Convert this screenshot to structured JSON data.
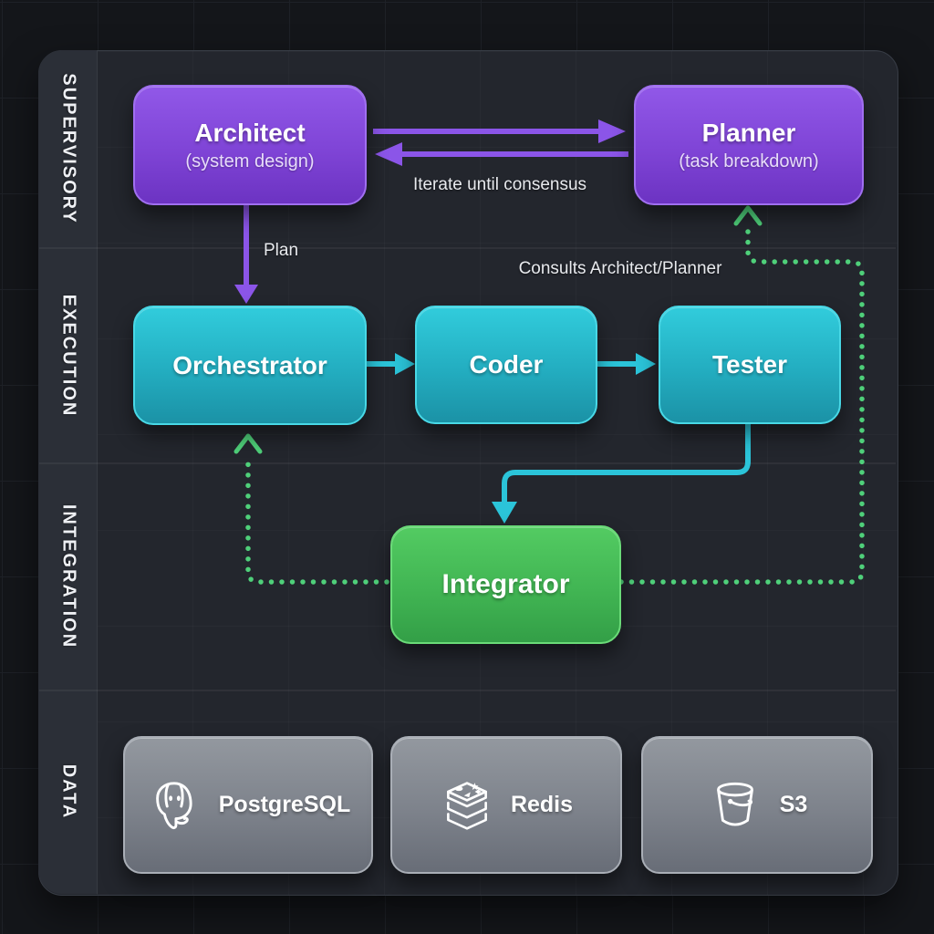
{
  "lanes": [
    {
      "label": "SUPERVISORY"
    },
    {
      "label": "EXECUTION"
    },
    {
      "label": "INTEGRATION"
    },
    {
      "label": "DATA"
    }
  ],
  "nodes": {
    "architect": {
      "title": "Architect",
      "subtitle": "(system design)"
    },
    "planner": {
      "title": "Planner",
      "subtitle": "(task breakdown)"
    },
    "orchestrator": {
      "title": "Orchestrator"
    },
    "coder": {
      "title": "Coder"
    },
    "tester": {
      "title": "Tester"
    },
    "integrator": {
      "title": "Integrator"
    }
  },
  "datastores": [
    {
      "label": "PostgreSQL",
      "icon": "postgresql-elephant-icon"
    },
    {
      "label": "Redis",
      "icon": "redis-stack-icon"
    },
    {
      "label": "S3",
      "icon": "s3-bucket-icon"
    }
  ],
  "edge_labels": {
    "iterate": "Iterate until consensus",
    "plan": "Plan",
    "consults": "Consults Architect/Planner"
  },
  "colors": {
    "supervisory_accent": "#8b55e8",
    "execution_accent": "#2bc4d9",
    "integration_accent": "#4fd07a",
    "data_accent": "#9096a0",
    "background": "#14161a",
    "panel": "#23262d"
  }
}
